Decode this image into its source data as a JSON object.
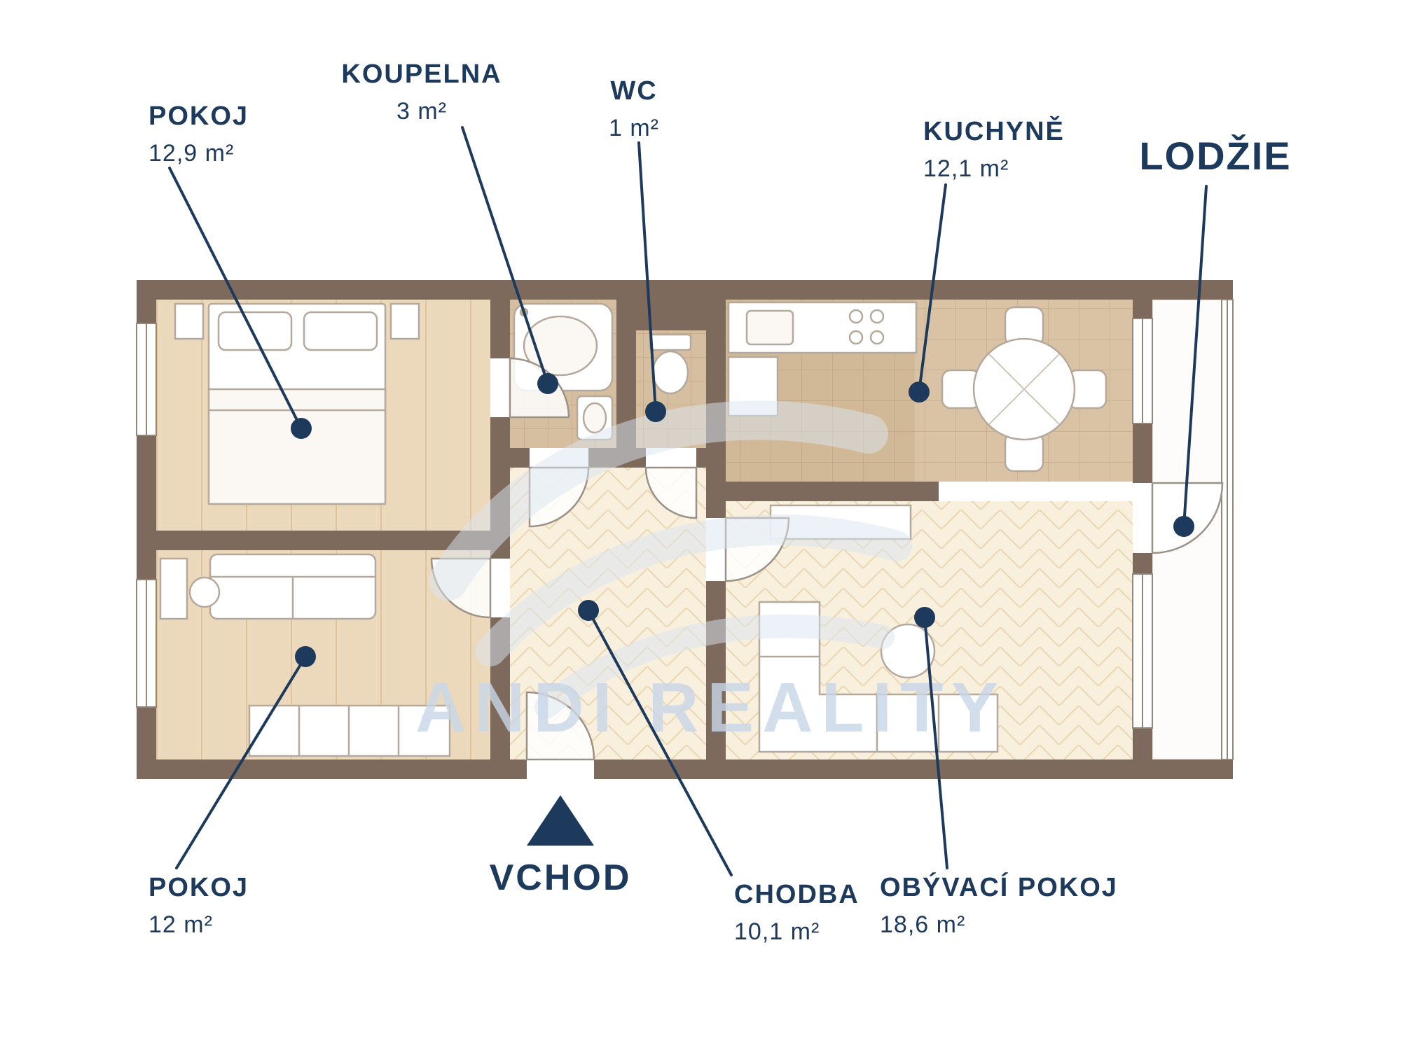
{
  "watermark": {
    "text": "ANDI REALITY"
  },
  "entrance": {
    "label": "VCHOD"
  },
  "rooms": [
    {
      "id": "bedroom-1",
      "name": "POKOJ",
      "area": "12,9 m²"
    },
    {
      "id": "bathroom",
      "name": "KOUPELNA",
      "area": "3 m²"
    },
    {
      "id": "wc",
      "name": "WC",
      "area": "1 m²"
    },
    {
      "id": "kitchen",
      "name": "KUCHYNĚ",
      "area": "12,1 m²"
    },
    {
      "id": "loggia",
      "name": "LODŽIE",
      "area": ""
    },
    {
      "id": "bedroom-2",
      "name": "POKOJ",
      "area": "12 m²"
    },
    {
      "id": "hallway",
      "name": "CHODBA",
      "area": "10,1 m²"
    },
    {
      "id": "living-room",
      "name": "OBÝVACÍ POKOJ",
      "area": "18,6 m²"
    }
  ],
  "colors": {
    "label_navy": "#1d3a5c",
    "wall_brown": "#7d6a5d",
    "floor_wood": "#ecd9bb",
    "floor_tile": "#d9c3a4",
    "floor_herringbone": "#f8efdd",
    "watermark_blue": "#c9d7e8"
  }
}
